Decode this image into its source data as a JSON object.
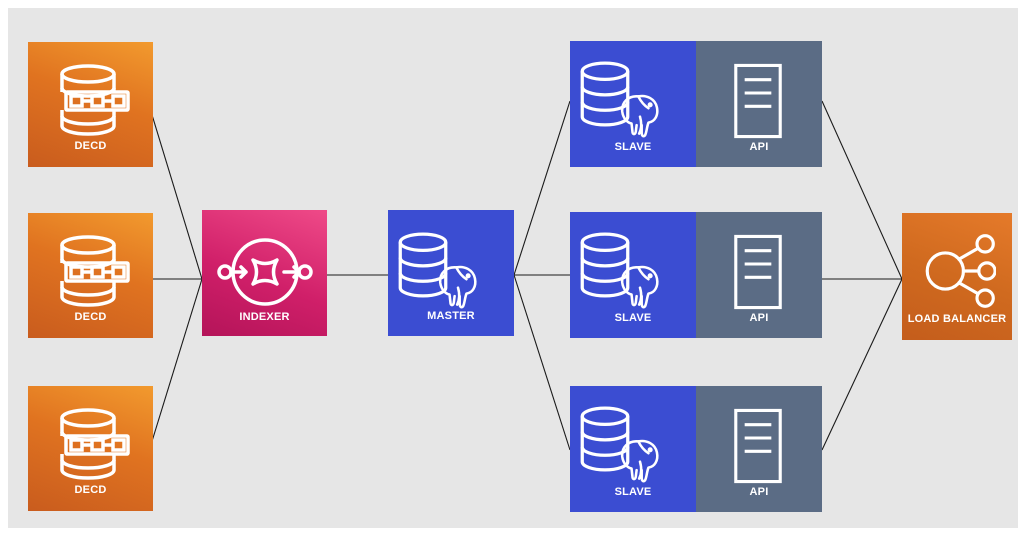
{
  "diagram": {
    "sources": [
      {
        "label": "DECD",
        "icon": "blockchain-database-icon"
      },
      {
        "label": "DECD",
        "icon": "blockchain-database-icon"
      },
      {
        "label": "DECD",
        "icon": "blockchain-database-icon"
      }
    ],
    "indexer": {
      "label": "INDEXER",
      "icon": "event-stream-icon"
    },
    "master": {
      "label": "MASTER",
      "icon": "postgres-database-icon"
    },
    "replicas": [
      {
        "db_label": "SLAVE",
        "api_label": "API"
      },
      {
        "db_label": "SLAVE",
        "api_label": "API"
      },
      {
        "db_label": "SLAVE",
        "api_label": "API"
      }
    ],
    "load_balancer": {
      "label": "LOAD BALANCER",
      "icon": "load-balancer-icon"
    },
    "colors": {
      "background": "#e6e6e6",
      "decd": "#e07320",
      "indexer": "#d01f69",
      "database": "#3b4dd2",
      "api": "#5b6c85",
      "load_balancer": "#d06a1f",
      "connector": "#1a1a1a"
    }
  }
}
